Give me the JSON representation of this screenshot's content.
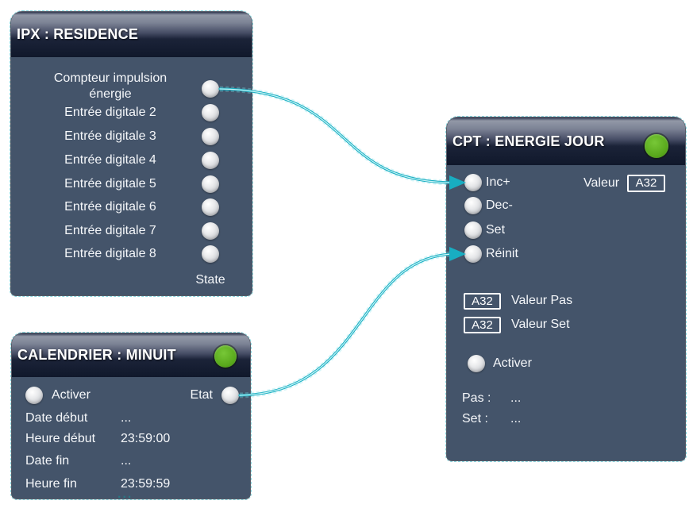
{
  "canvas": {
    "wire_color": "#18adc1",
    "wire_core_color": "#c9f5f7",
    "node_body_color": "#44546a",
    "led_color": "#5fb320",
    "selection_color": "#2fb9c9"
  },
  "nodes": {
    "ipx": {
      "title": "IPX : RESIDENCE",
      "inputs": [
        "Compteur impulsion énergie",
        "Entrée digitale 2",
        "Entrée digitale 3",
        "Entrée digitale 4",
        "Entrée digitale 5",
        "Entrée digitale 6",
        "Entrée digitale 7",
        "Entrée digitale 8"
      ],
      "footer_label": "State"
    },
    "calendrier": {
      "title": "CALENDRIER : MINUIT",
      "activer_label": "Activer",
      "etat_label": "Etat",
      "fields": [
        {
          "label": "Date début",
          "value": "..."
        },
        {
          "label": "Heure début",
          "value": "23:59:00"
        },
        {
          "label": "Date fin",
          "value": "..."
        },
        {
          "label": "Heure fin",
          "value": "23:59:59"
        }
      ],
      "overflow_dots": "..."
    },
    "cpt": {
      "title": "CPT : ENERGIE JOUR",
      "input_ports": [
        "Inc+",
        "Dec-",
        "Set",
        "Réinit"
      ],
      "valeur_label": "Valeur",
      "valeur_value": "A32",
      "param_rows": [
        {
          "value": "A32",
          "label": "Valeur Pas"
        },
        {
          "value": "A32",
          "label": "Valeur Set"
        }
      ],
      "activer_label": "Activer",
      "info_rows": [
        {
          "label": "Pas :",
          "value": "..."
        },
        {
          "label": "Set :",
          "value": "..."
        }
      ]
    }
  }
}
